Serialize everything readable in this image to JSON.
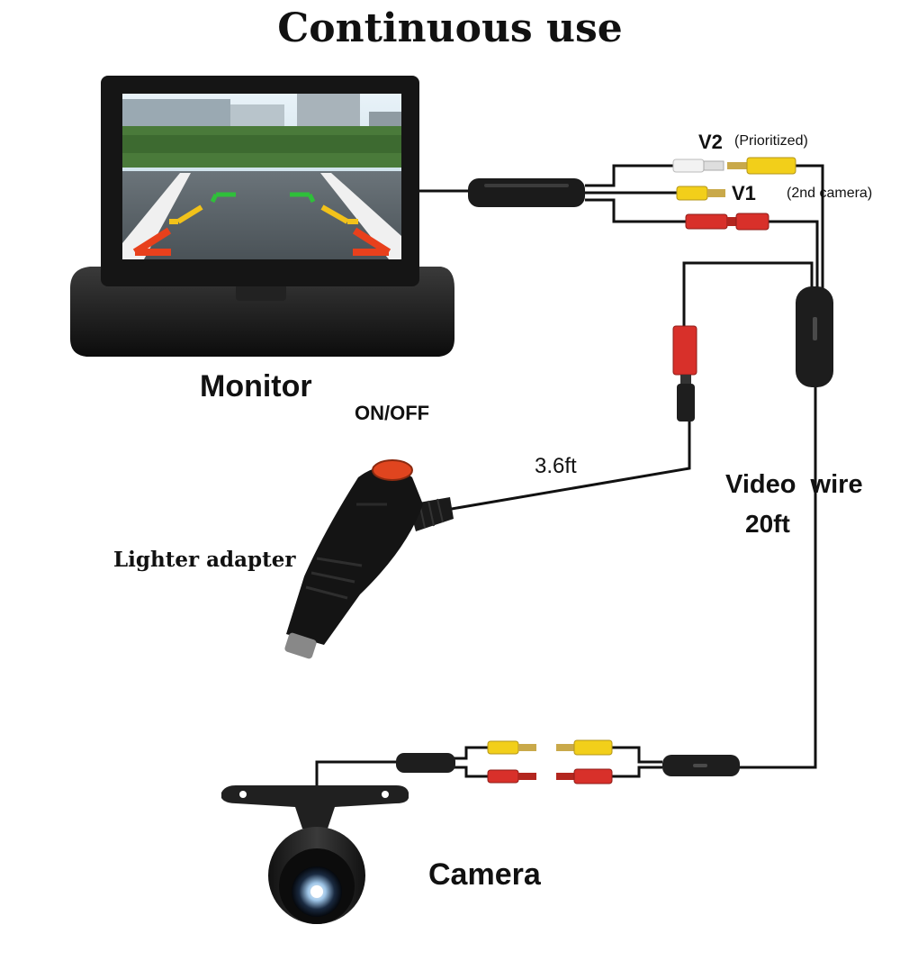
{
  "title": "Continuous use",
  "labels": {
    "monitor": "Monitor",
    "on_off": "ON/OFF",
    "lighter_adapter": "Lighter adapter",
    "power_cable_length": "3.6ft",
    "video_wire": "Video  wire",
    "video_wire_length": "20ft",
    "v2": "V2",
    "v2_note": "(Prioritized)",
    "v1": "V1",
    "second_camera_note": "(2nd camera)",
    "camera": "Camera"
  },
  "components": [
    {
      "name": "monitor",
      "icon": "monitor-icon"
    },
    {
      "name": "lighter-adapter",
      "icon": "car-lighter-plug-icon"
    },
    {
      "name": "on-off-button",
      "color": "#e0451f"
    },
    {
      "name": "camera",
      "icon": "round-camera-icon"
    }
  ],
  "connector_colors": {
    "white": "#f2f2f2",
    "yellow": "#f2cf1a",
    "red": "#d8302a",
    "cable": "#111111",
    "body": "#1c1c1c"
  },
  "screen_colors": {
    "sky": "#cfe3ee",
    "road": "#5b646b",
    "grass": "#4a7a3a",
    "guide_green": "#2fbf3a",
    "guide_yellow": "#f2c21a",
    "guide_red": "#e8401c"
  }
}
